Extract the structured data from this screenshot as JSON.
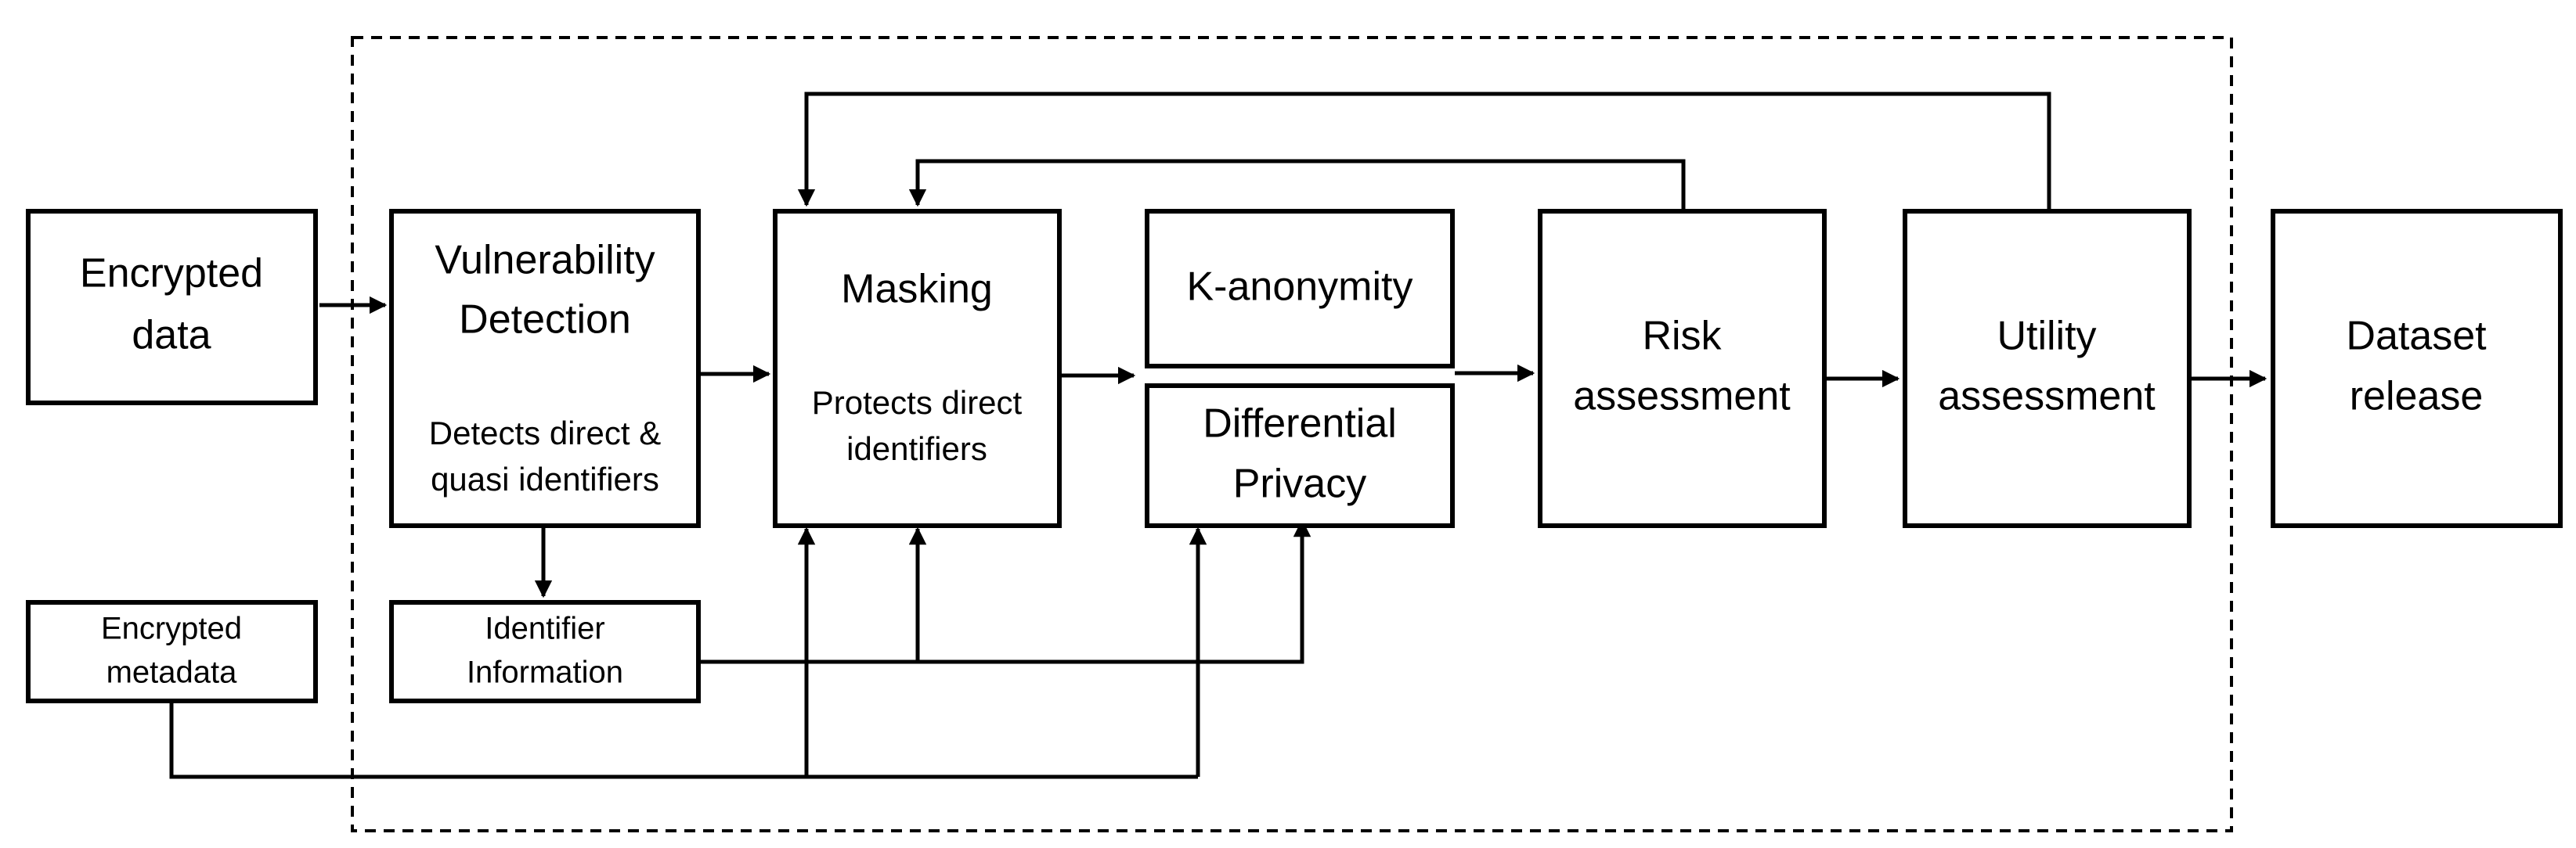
{
  "nodes": {
    "encrypted_data": [
      "Encrypted",
      "data"
    ],
    "vulnerability_detection": {
      "title": [
        "Vulnerability",
        "Detection"
      ],
      "description": [
        "Detects direct &",
        "quasi identifiers"
      ]
    },
    "masking": {
      "title": "Masking",
      "description": [
        "Protects direct",
        "identifiers"
      ]
    },
    "k_anonymity": "K-anonymity",
    "differential_privacy": [
      "Differential",
      "Privacy"
    ],
    "risk_assessment": [
      "Risk",
      "assessment"
    ],
    "utility_assessment": [
      "Utility",
      "assessment"
    ],
    "dataset_release": [
      "Dataset",
      "release"
    ],
    "encrypted_metadata": [
      "Encrypted",
      "metadata"
    ],
    "identifier_information": [
      "Identifier",
      "Information"
    ]
  }
}
